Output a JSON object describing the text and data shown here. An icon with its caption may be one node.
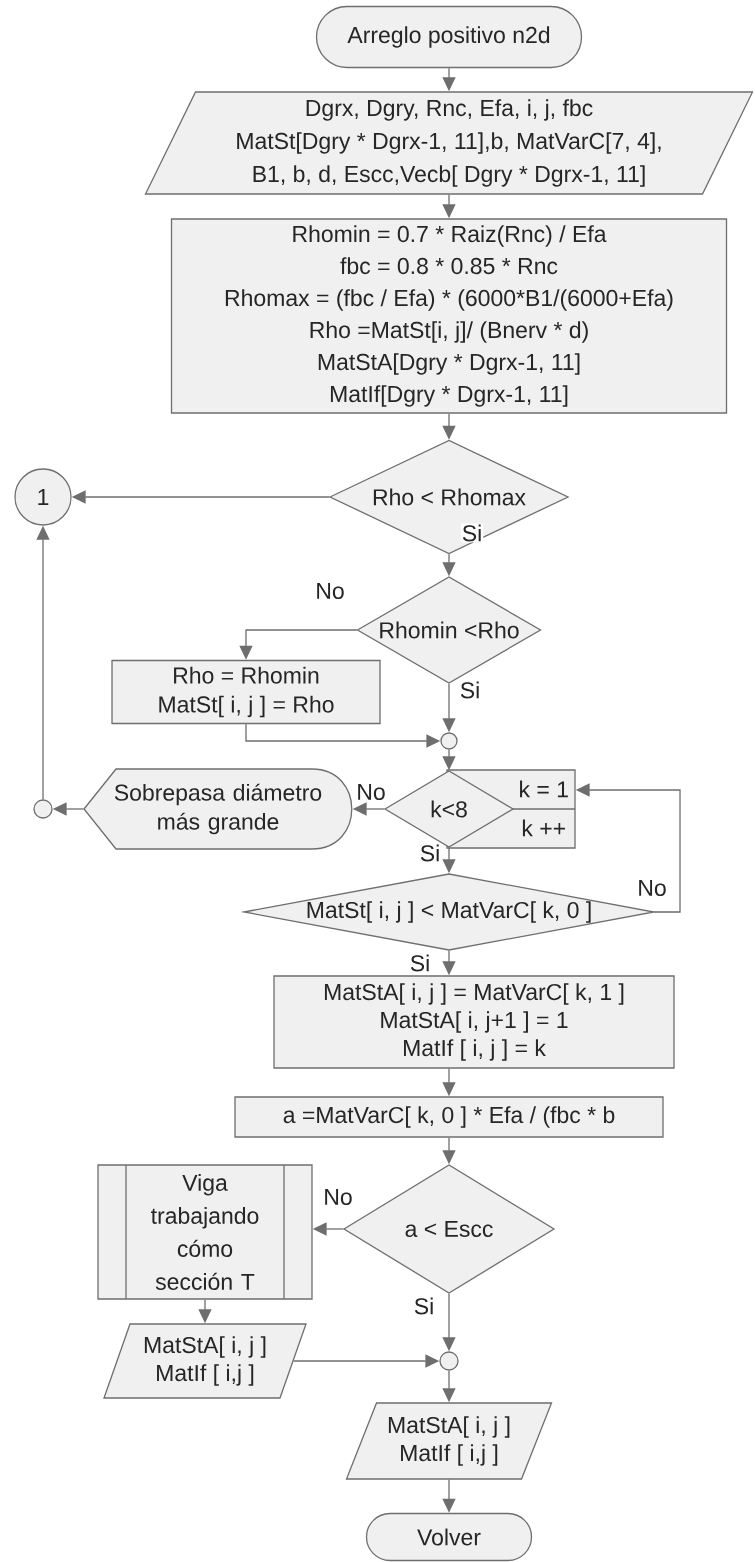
{
  "diagram": {
    "nodes": [
      {
        "text": [
          "Arreglo positivo n2d"
        ]
      },
      {
        "text": [
          "Dgrx, Dgry, Rnc, Efa, i, j, fbc",
          "MatSt[Dgry * Dgrx-1, 11],b, MatVarC[7, 4],",
          "B1, b, d, Escc,Vecb[ Dgry * Dgrx-1, 11]"
        ]
      },
      {
        "text": [
          "Rhomin = 0.7 * Raiz(Rnc) / Efa",
          "fbc = 0.8 * 0.85 * Rnc",
          "Rhomax = (fbc / Efa) * (6000*B1/(6000+Efa)",
          "Rho =MatSt[i, j]/ (Bnerv * d)",
          "MatStA[Dgry * Dgrx-1, 11]",
          "MatIf[Dgry * Dgrx-1, 11]"
        ]
      },
      {
        "text": [
          "Rho < Rhomax"
        ]
      },
      {
        "text": [
          "1"
        ]
      },
      {
        "text": [
          "Rhomin <Rho"
        ]
      },
      {
        "text": [
          "Rho = Rhomin",
          "MatSt[ i, j ] = Rho"
        ]
      },
      {
        "text": [],
        "shape": "circle"
      },
      {
        "text": [
          "k<8"
        ]
      },
      {
        "text": [
          "k = 1",
          "k ++"
        ]
      },
      {
        "text": [
          "Sobrepasa diámetro más grande"
        ]
      },
      {
        "text": [],
        "shape": "circle"
      },
      {
        "text": [
          "MatSt[ i, j ] <  MatVarC[ k, 0 ]"
        ]
      },
      {
        "text": [
          "MatStA[ i, j ] =  MatVarC[ k, 1 ]",
          "MatStA[ i, j+1 ] = 1",
          "MatIf [ i, j ] = k"
        ]
      },
      {
        "text": [
          "a =MatVarC[ k, 0 ] * Efa / (fbc *  b"
        ]
      },
      {
        "text": [
          "a < Escc"
        ]
      },
      {
        "text": [
          "Viga trabajando cómo sección T"
        ]
      },
      {
        "text": [
          "MatStA[ i, j ]",
          "MatIf [ i,j ]"
        ]
      },
      {
        "text": [],
        "shape": "circle"
      },
      {
        "text": [
          "MatStA[ i, j ]",
          "MatIf [ i,j ]"
        ]
      },
      {
        "text": [
          "Volver"
        ]
      }
    ],
    "edges": [
      {
        "from": 0,
        "to": 1,
        "arrow": "to"
      },
      {
        "from": 1,
        "to": 2,
        "arrow": "to"
      },
      {
        "from": 2,
        "to": 3,
        "arrow": "to"
      },
      {
        "from": 3,
        "to": 4,
        "arrow": "to"
      },
      {
        "from": 3,
        "to": 5,
        "arrow": "to",
        "label": "Si"
      },
      {
        "from": 5,
        "to": 6,
        "arrow": "to",
        "label": "No"
      },
      {
        "from": 5,
        "to": 7,
        "arrow": "to",
        "label": "Si"
      },
      {
        "from": 6,
        "to": 7,
        "arrow": "to"
      },
      {
        "from": 7,
        "to": 8,
        "arrow": "to"
      },
      {
        "from": 8,
        "to": 10,
        "arrow": "to",
        "label": "No"
      },
      {
        "from": 10,
        "to": 11,
        "arrow": "to"
      },
      {
        "from": 11,
        "to": 4,
        "arrow": "to"
      },
      {
        "from": 8,
        "to": 12,
        "arrow": "to",
        "label": "Si"
      },
      {
        "from": 12,
        "to": 9,
        "arrow": "to",
        "label": "No"
      },
      {
        "from": 12,
        "to": 13,
        "arrow": "to",
        "label": "Si"
      },
      {
        "from": 13,
        "to": 14,
        "arrow": "to"
      },
      {
        "from": 14,
        "to": 15,
        "arrow": "to"
      },
      {
        "from": 15,
        "to": 16,
        "arrow": "to",
        "label": "No"
      },
      {
        "from": 15,
        "to": 18,
        "arrow": "to",
        "label": "Si"
      },
      {
        "from": 16,
        "to": 17,
        "arrow": "to"
      },
      {
        "from": 17,
        "to": 18,
        "arrow": "to"
      },
      {
        "from": 18,
        "to": 19,
        "arrow": "to"
      },
      {
        "from": 19,
        "to": 20,
        "arrow": "to"
      }
    ]
  }
}
